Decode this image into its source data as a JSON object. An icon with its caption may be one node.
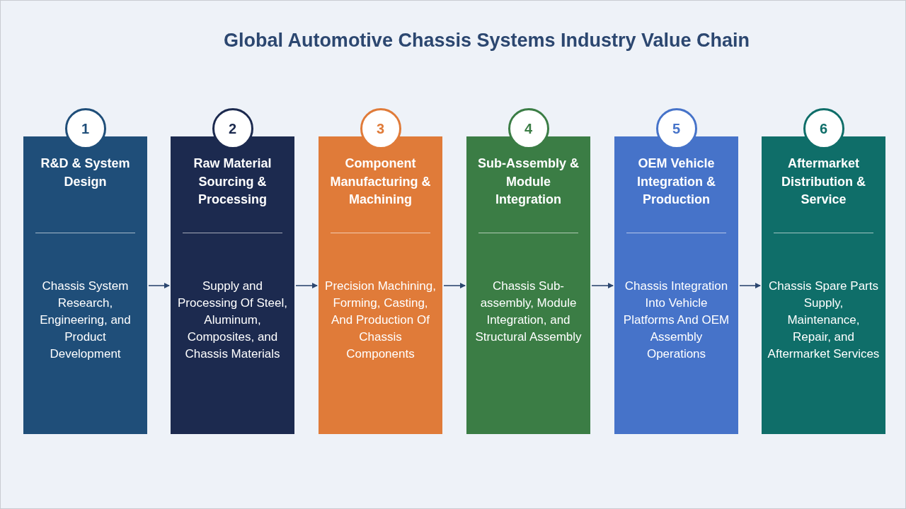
{
  "diagram": {
    "title": "Global Automotive Chassis Systems Industry Value Chain",
    "nodes": [
      {
        "text": [
          "1"
        ]
      },
      {
        "text": [
          "R&D & System Design",
          "Chassis System Research, Engineering, and Product Development"
        ]
      },
      {
        "text": [
          "2"
        ]
      },
      {
        "text": [
          "Raw Material Sourcing & Processing",
          "Supply and Processing Of Steel, Aluminum, Composites, and Chassis Materials"
        ]
      },
      {
        "text": [
          "3"
        ]
      },
      {
        "text": [
          "Component Manufacturing & Machining",
          "Precision Machining, Forming, Casting, And Production Of Chassis Components"
        ]
      },
      {
        "text": [
          "4"
        ]
      },
      {
        "text": [
          "Sub-Assembly & Module Integration",
          "Chassis Sub-assembly, Module Integration, and Structural Assembly"
        ]
      },
      {
        "text": [
          "5"
        ]
      },
      {
        "text": [
          "OEM Vehicle Integration & Production",
          "Chassis Integration Into Vehicle Platforms And OEM Assembly Operations"
        ]
      },
      {
        "text": [
          "6"
        ]
      },
      {
        "text": [
          "Aftermarket Distribution & Service",
          "Chassis Spare Parts Supply, Maintenance, Repair, and Aftermarket Services"
        ]
      }
    ],
    "edges": [
      {
        "from": 1,
        "to": 3,
        "arrow": "to"
      },
      {
        "from": 3,
        "to": 5,
        "arrow": "to"
      },
      {
        "from": 5,
        "to": 7,
        "arrow": "to"
      },
      {
        "from": 7,
        "to": 9,
        "arrow": "to"
      },
      {
        "from": 9,
        "to": 11,
        "arrow": "to"
      }
    ]
  }
}
